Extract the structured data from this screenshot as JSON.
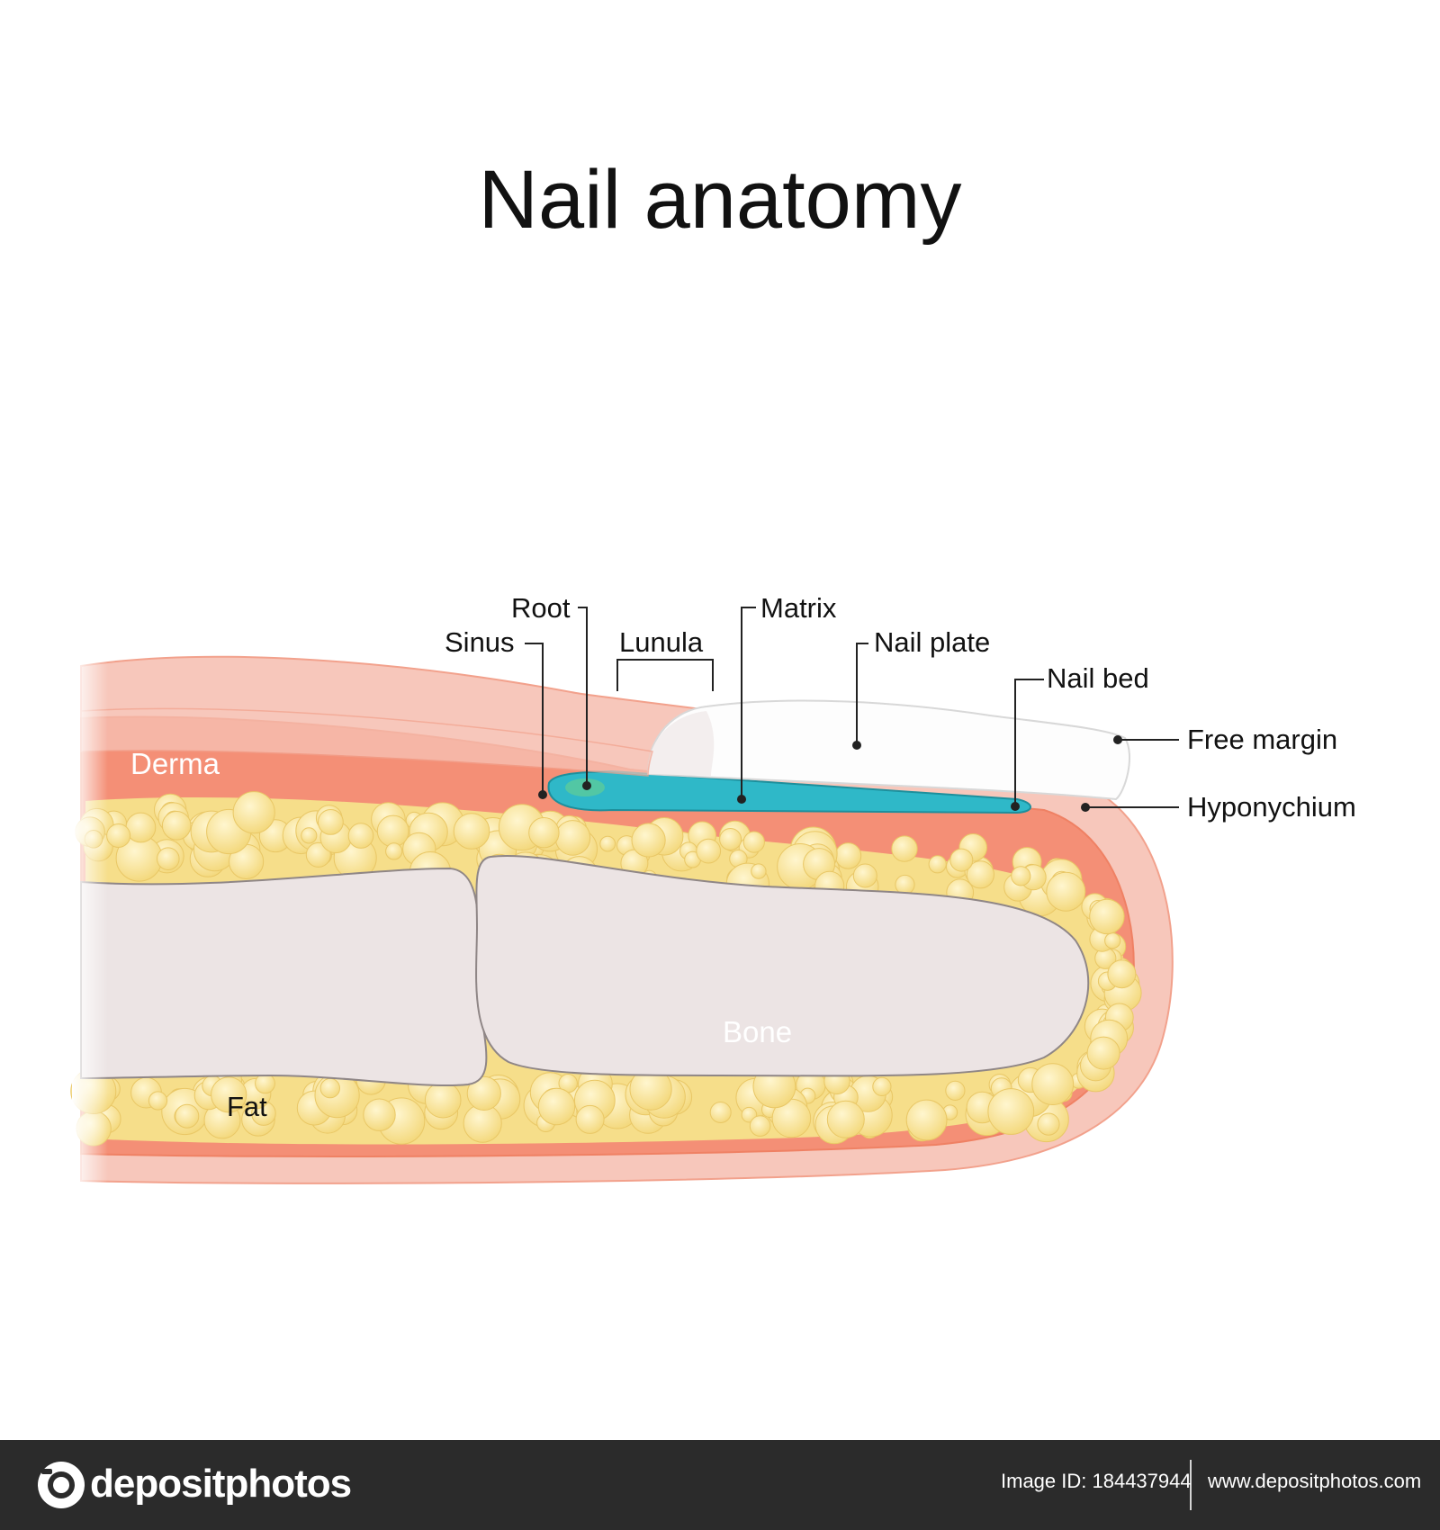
{
  "title": "Nail anatomy",
  "labels": {
    "root": "Root",
    "sinus": "Sinus",
    "lunula": "Lunula",
    "matrix": "Matrix",
    "nail_plate": "Nail plate",
    "nail_bed": "Nail bed",
    "free_margin": "Free margin",
    "hyponychium": "Hyponychium",
    "derma": "Derma",
    "fat": "Fat",
    "bone": "Bone"
  },
  "colors": {
    "skin": "#f7c7bb",
    "derma": "#f4866a",
    "fat": "#f6de8a",
    "bone": "#ece4e4",
    "nail": "#fdfdfd",
    "matrix": "#2fb8c8",
    "footer": "#2b2b2b"
  },
  "footer": {
    "brand": "depositphotos",
    "image_id": "Image ID: 184437944",
    "site": "www.depositphotos.com"
  }
}
